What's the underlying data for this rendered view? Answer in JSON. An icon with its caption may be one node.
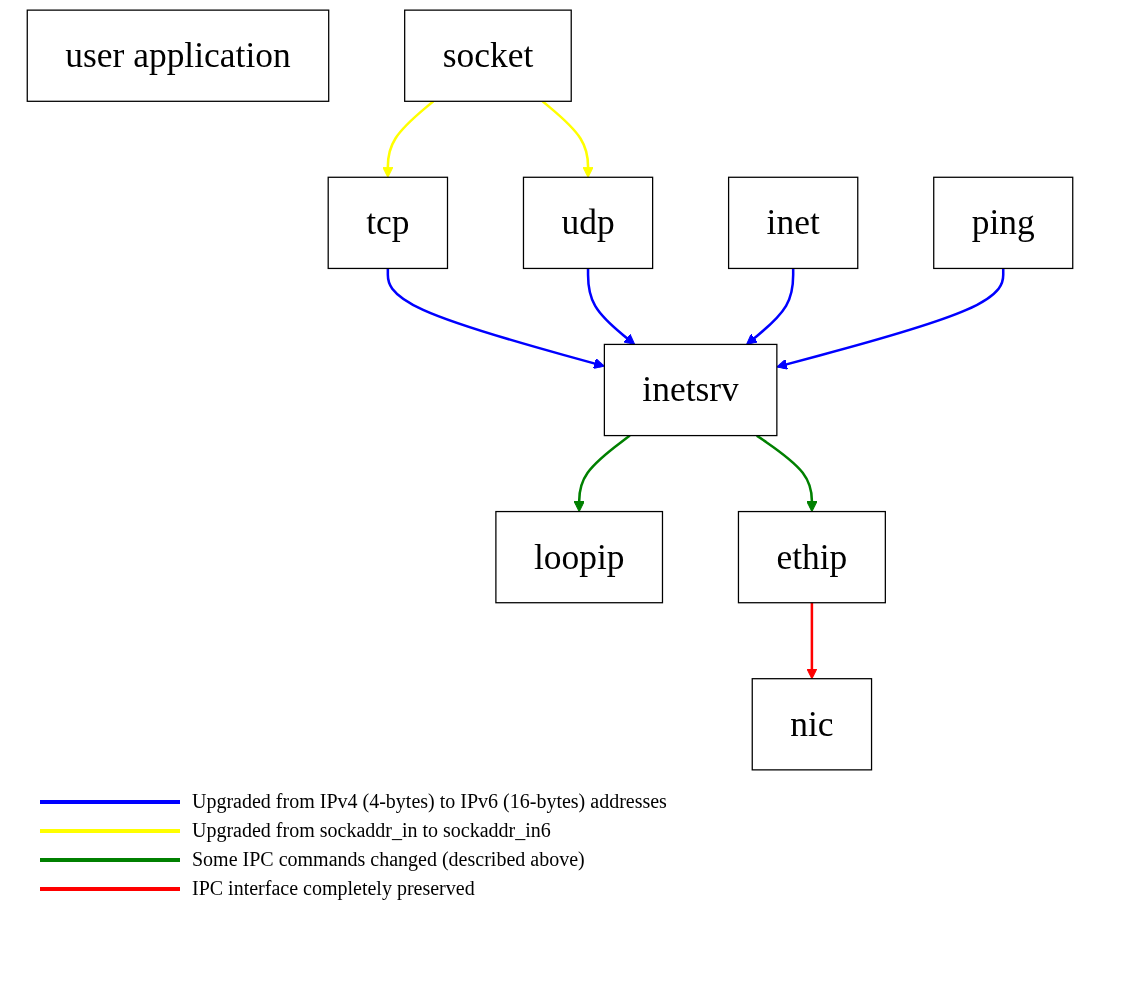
{
  "diagram": {
    "nodes": [
      {
        "text": [
          "user application"
        ]
      },
      {
        "text": [
          "socket"
        ]
      },
      {
        "text": [
          "tcp"
        ]
      },
      {
        "text": [
          "udp"
        ]
      },
      {
        "text": [
          "inet"
        ]
      },
      {
        "text": [
          "inetsrv"
        ]
      },
      {
        "text": [
          "ping"
        ]
      },
      {
        "text": [
          "loopip"
        ]
      },
      {
        "text": [
          "ethip"
        ]
      },
      {
        "text": [
          "nic"
        ]
      }
    ],
    "edges": [
      {
        "from": 1,
        "to": 2,
        "arrow": "to",
        "color": "#ffff00"
      },
      {
        "from": 1,
        "to": 3,
        "arrow": "to",
        "color": "#ffff00"
      },
      {
        "from": 2,
        "to": 5,
        "arrow": "to",
        "color": "#0000ff"
      },
      {
        "from": 3,
        "to": 5,
        "arrow": "to",
        "color": "#0000ff"
      },
      {
        "from": 4,
        "to": 5,
        "arrow": "to",
        "color": "#0000ff"
      },
      {
        "from": 6,
        "to": 5,
        "arrow": "to",
        "color": "#0000ff"
      },
      {
        "from": 5,
        "to": 7,
        "arrow": "to",
        "color": "#008000"
      },
      {
        "from": 5,
        "to": 8,
        "arrow": "to",
        "color": "#008000"
      },
      {
        "from": 8,
        "to": 9,
        "arrow": "to",
        "color": "#ff0000"
      }
    ],
    "legend": [
      {
        "text": "Upgraded from IPv4 (4-bytes) to IPv6 (16-bytes) addresses",
        "color": "#0000ff"
      },
      {
        "text": "Upgraded from sockaddr_in to sockaddr_in6",
        "color": "#ffff00"
      },
      {
        "text": "Some IPC commands changed (described above)",
        "color": "#008000"
      },
      {
        "text": "IPC interface completely preserved",
        "color": "#ff0000"
      }
    ]
  }
}
